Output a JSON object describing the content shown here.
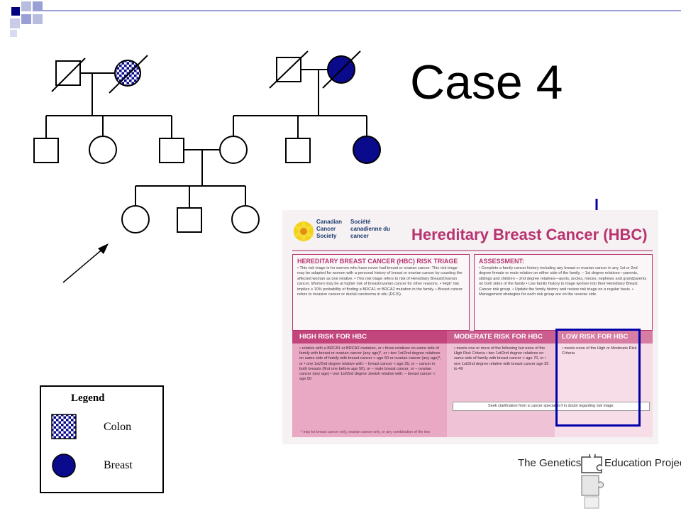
{
  "slide": {
    "title": "Case 4"
  },
  "hbc_card": {
    "org_name_en": "Canadian Cancer Society",
    "org_name_fr": "Société canadienne du cancer",
    "heading": "Hereditary Breast Cancer (HBC)",
    "triage": {
      "title": "HEREDITARY BREAST CANCER (HBC) RISK TRIAGE",
      "text": "• This risk triage is for women who have never had breast or ovarian cancer. This risk triage may be adapted for women with a personal history of breast or ovarian cancer by counting the affected woman as one relative. • This risk triage refers to risk of Hereditary Breast/Ovarian cancer. Women may be at higher risk of breast/ovarian cancer for other reasons. • 'High' risk implies ≥ 10% probability of finding a BRCA1 or BRCA2 mutation in the family. • Breast cancer refers to invasive cancer or ductal carcinoma in situ (DCIS)."
    },
    "assessment": {
      "title": "ASSESSMENT:",
      "text": "• Complete a family cancer history including any breast or ovarian cancer in any 1st or 2nd degree female or male relative on either side of the family. – 1st degree relatives—parents, siblings and children – 2nd degree relatives—aunts, uncles, nieces, nephews and grandparents on both sides of the family • Use family history to triage women into their Hereditary Breast Cancer risk group. • Update the family history and review risk triage on a regular basis. • Management strategies for each risk group are on the reverse side."
    },
    "high_risk": {
      "title": "HIGH RISK FOR HBC",
      "text": "• relative with a BRCA1 or BRCA2 mutation, or • three relatives on same side of family with breast or ovarian cancer (any age)*, or • two 1st/2nd degree relatives on same side of family with breast cancer < age 50 or ovarian cancer (any age)*, or • one 1st/2nd degree relative with: – breast cancer < age 35, or – cancer in both breasts (first one before age 50), or – male breast cancer, or – ovarian cancer (any age) • one 1st/2nd degree Jewish relative with: – breast cancer < age 50"
    },
    "moderate_risk": {
      "title": "MODERATE RISK FOR HBC",
      "text": "• meets one or more of the following but none of the High Risk Criteria • two 1st/2nd degree relatives on same side of family with breast cancer < age 70, or • one 1st/2nd degree relative with breast cancer age 35 to 49"
    },
    "low_risk": {
      "title": "LOW RISK FOR HBC",
      "text": "• meets none of the High or Moderate Risk Criteria"
    },
    "seek_clarification": "Seek clarification from a cancer specialist if in doubt regarding risk triage.",
    "footnote": "* may be breast cancer only, ovarian cancer only, or any combination of the two"
  },
  "legend": {
    "title": "Legend",
    "items": [
      {
        "label": "Colon",
        "symbol": "checkered-circle"
      },
      {
        "label": "Breast",
        "symbol": "filled-circle"
      }
    ]
  },
  "logo": {
    "text_left": "The Genetics",
    "text_right": "Education Project"
  },
  "colors": {
    "affected_fill": "#0a0a8c",
    "accent_squares": "#000080",
    "highlight_box": "#0000aa",
    "card_heading": "#b7346f"
  }
}
